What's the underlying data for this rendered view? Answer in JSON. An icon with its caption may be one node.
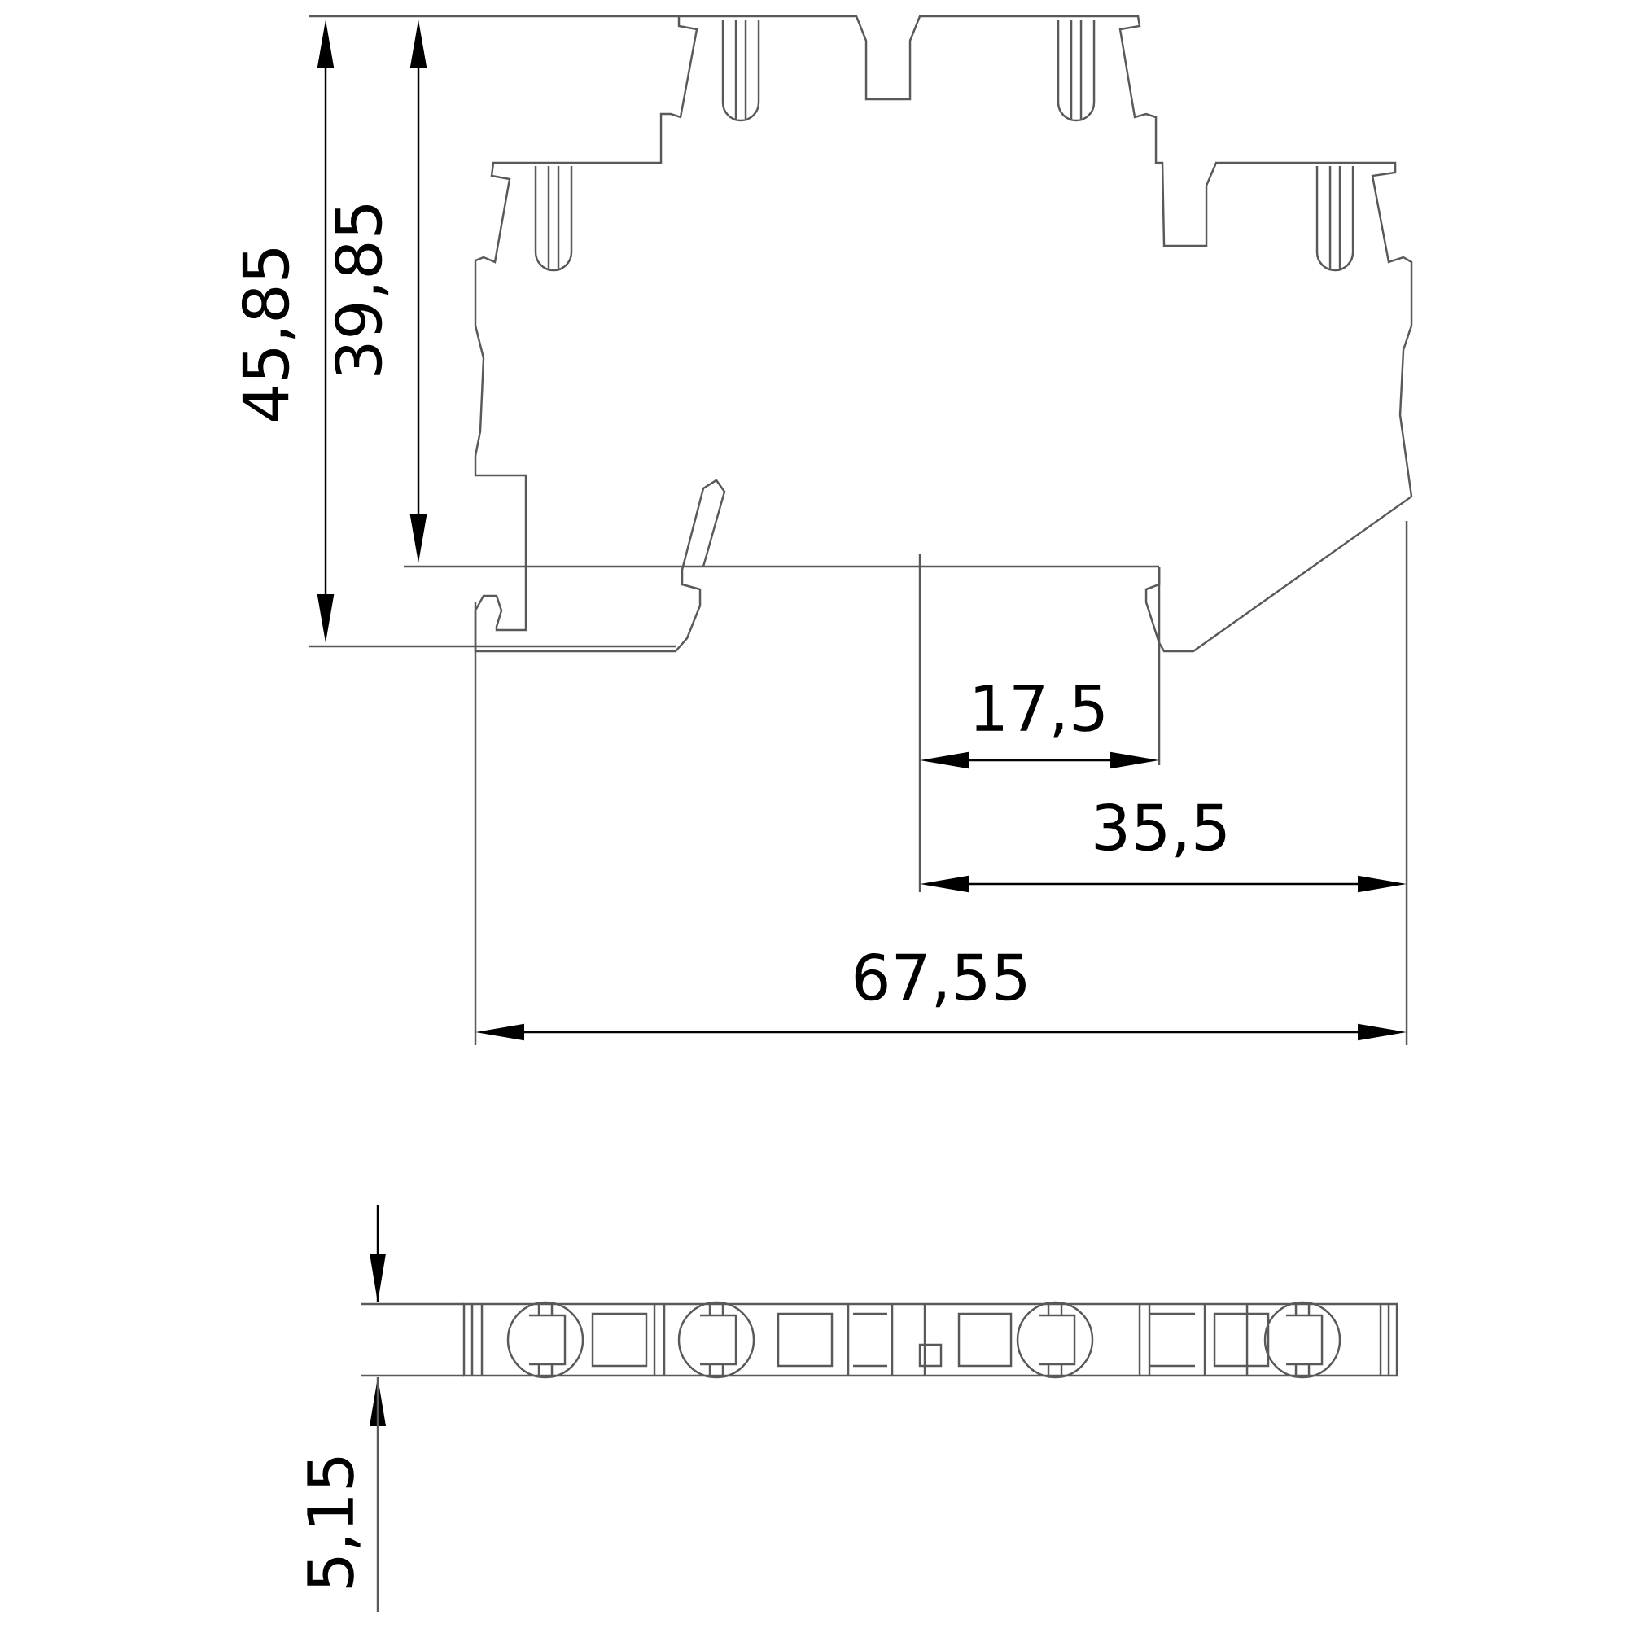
{
  "diagram": {
    "labels": [
      "45,85",
      "39,85",
      "17,5",
      "35,5",
      "67,55",
      "5,15"
    ]
  }
}
